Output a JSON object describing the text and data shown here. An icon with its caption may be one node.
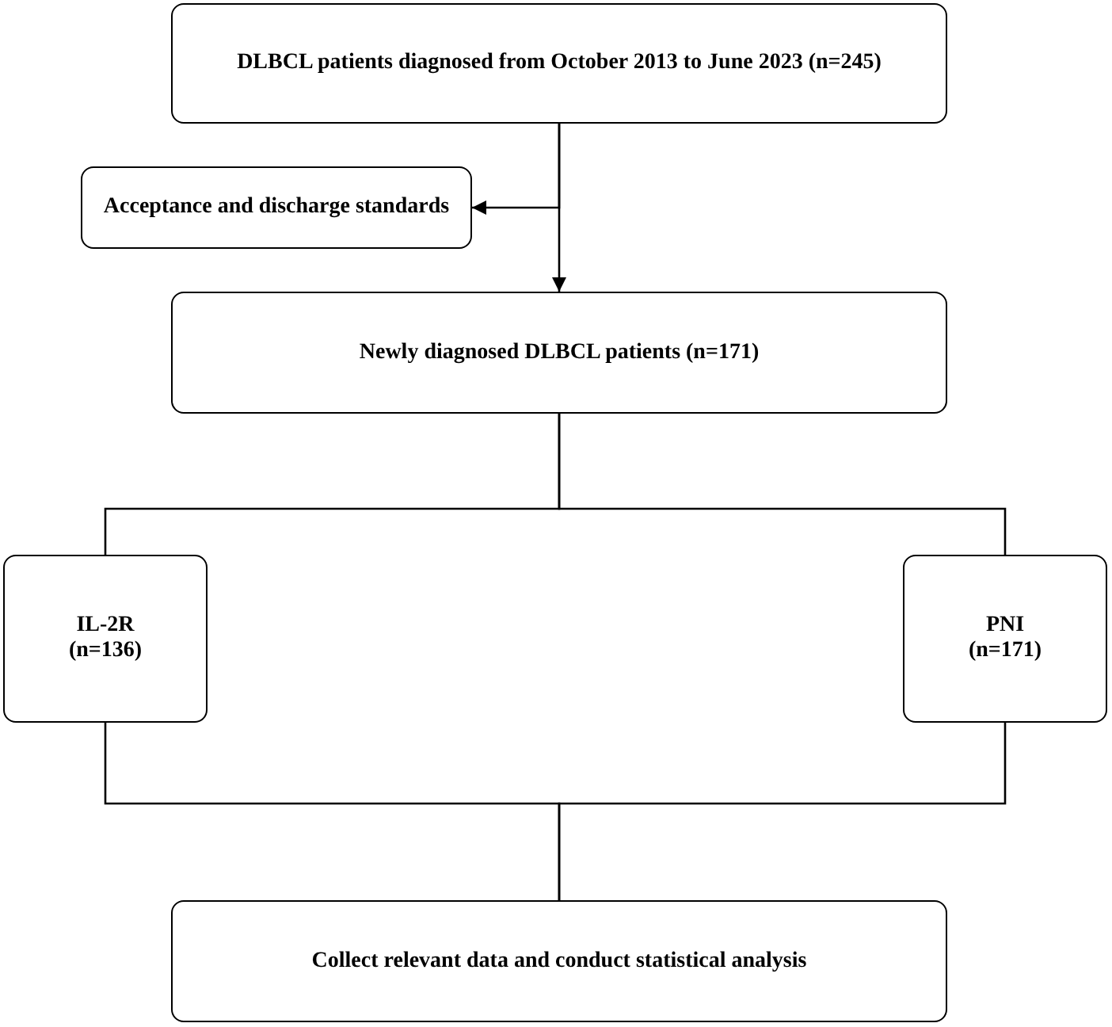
{
  "diagram": {
    "nodes": [
      {
        "text": [
          "DLBCL patients diagnosed from October 2013 to June 2023 (n=245)"
        ]
      },
      {
        "text": [
          "Acceptance and discharge standards"
        ]
      },
      {
        "text": [
          "Newly diagnosed DLBCL patients (n=171)"
        ]
      },
      {
        "text": [
          "IL-2R (n=136)"
        ]
      },
      {
        "text": [
          "PNI (n=171)"
        ]
      },
      {
        "text": [
          "Collect relevant data and conduct statistical analysis"
        ]
      }
    ],
    "edges": [
      {
        "from": 0,
        "to": 2,
        "arrow": "to"
      },
      {
        "from": 0,
        "to": 1,
        "arrow": "to"
      },
      {
        "from": 2,
        "to": 3,
        "arrow": "none"
      },
      {
        "from": 2,
        "to": 4,
        "arrow": "none"
      },
      {
        "from": 3,
        "to": 5,
        "arrow": "none"
      },
      {
        "from": 4,
        "to": 5,
        "arrow": "none"
      }
    ]
  }
}
